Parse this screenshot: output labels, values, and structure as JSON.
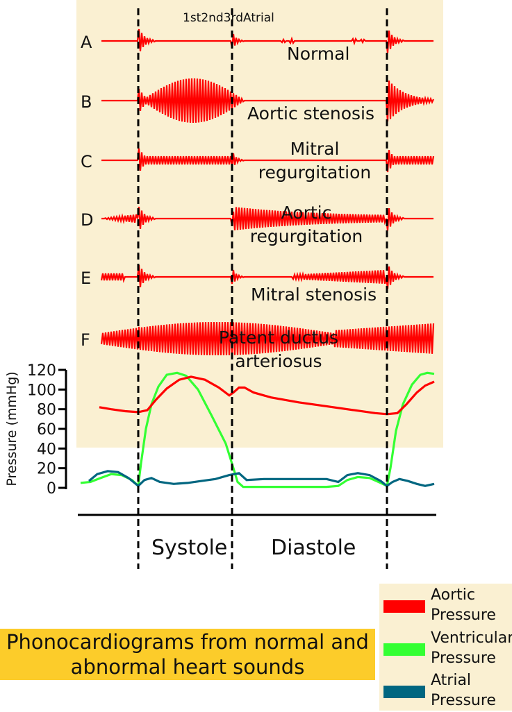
{
  "header_labels": "1st2nd3rdAtrial",
  "traces": [
    {
      "id": "A",
      "label": "Normal",
      "type": "normal"
    },
    {
      "id": "B",
      "label": "Aortic stenosis",
      "type": "aortic-stenosis"
    },
    {
      "id": "C",
      "label": "Mitral\nregurgitation",
      "type": "mitral-regurgitation"
    },
    {
      "id": "D",
      "label": "Aortic\nregurgitation",
      "type": "aortic-regurgitation"
    },
    {
      "id": "E",
      "label": "Mitral stenosis",
      "type": "mitral-stenosis"
    },
    {
      "id": "F",
      "label": "Patent ductus\narteriosus",
      "type": "pda"
    }
  ],
  "pressure_chart": {
    "ylabel": "Pressure (mmHg)",
    "yticks": [
      0,
      20,
      40,
      60,
      80,
      100,
      120
    ],
    "ylim": [
      0,
      120
    ],
    "phases": [
      "Systole",
      "Diastole"
    ]
  },
  "legend": [
    {
      "label": "Aortic\nPressure",
      "color": "#ff0000"
    },
    {
      "label": "Ventricular\nPressure",
      "color": "#33ff33"
    },
    {
      "label": "Atrial\nPressure",
      "color": "#006680"
    }
  ],
  "caption": "Phonocardiograms from normal and abnormal heart sounds",
  "colors": {
    "trace": "#ff0000",
    "panel": "#faf0d2",
    "caption_bg": "#fccc2a"
  }
}
